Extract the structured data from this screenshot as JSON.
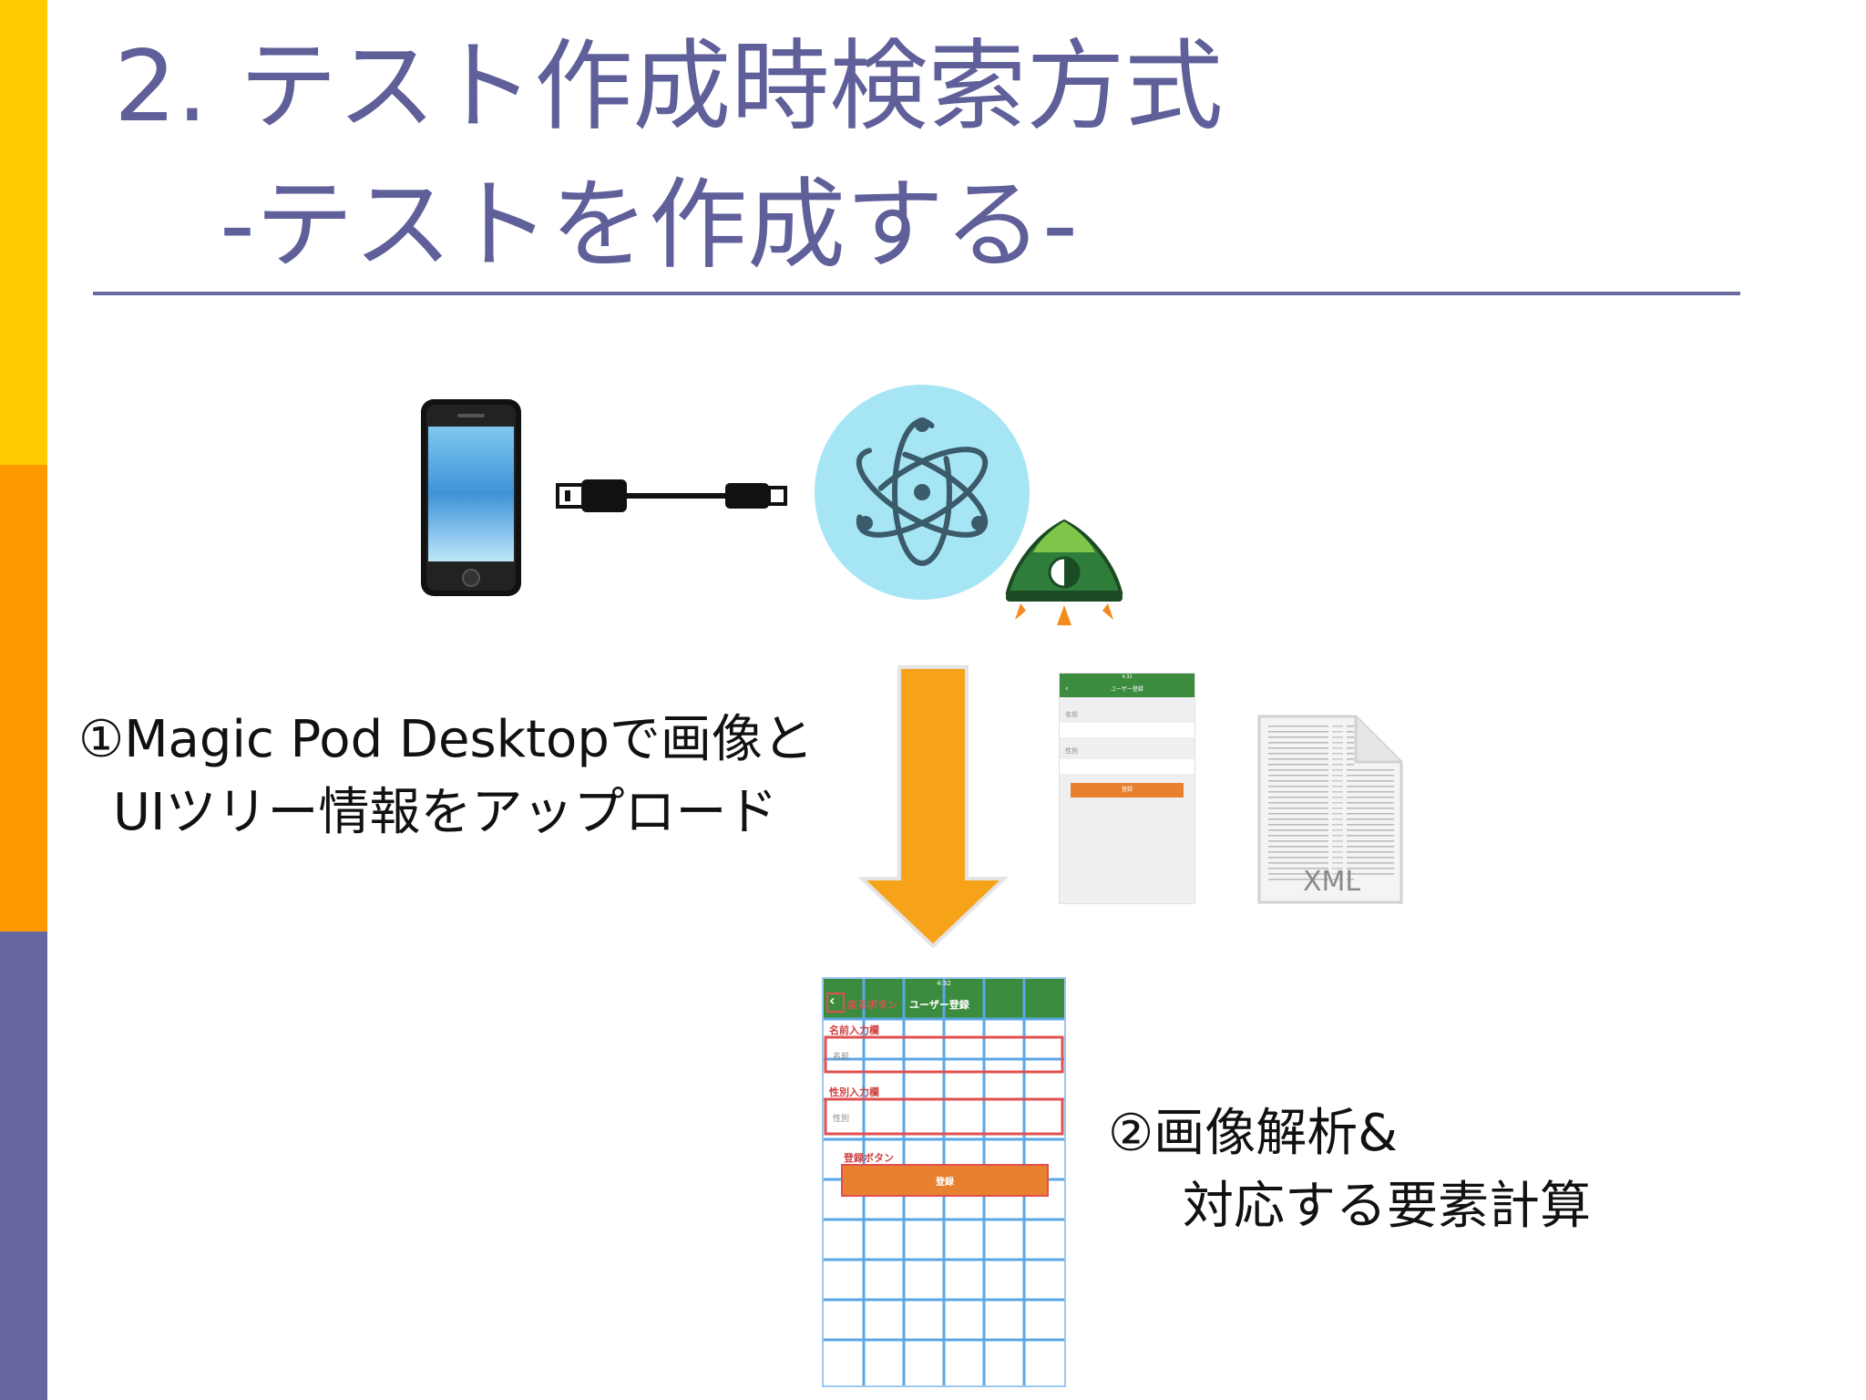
{
  "slide": {
    "title_line1": "2. テスト作成時検索方式",
    "title_line2": "-テストを作成する-"
  },
  "colors": {
    "sidebar_top": "#FFCC00",
    "sidebar_middle": "#FF9900",
    "sidebar_bottom": "#6666A0",
    "title_text": "#5F5F99",
    "arrow": "#F7A31A",
    "app_green": "#3C8C40",
    "register_button": "#E8812F",
    "electron_circle": "#A6E6F4"
  },
  "captions": {
    "step1_line1": "①Magic Pod Desktopで画像と",
    "step1_line2": "UIツリー情報をアップロード",
    "step2_line1": "②画像解析&",
    "step2_line2": "対応する要素計算"
  },
  "small_screen": {
    "header": "ユーザー登録",
    "time": "4:32",
    "field1": "名前",
    "field2": "性別",
    "button": "登録"
  },
  "xml_file": {
    "label": "XML"
  },
  "annotated_screen": {
    "time": "4:32",
    "back_label": "戻るボタン",
    "header": "ユーザー登録",
    "name_label": "名前入力欄",
    "name_placeholder": "名前",
    "gender_label": "性別入力欄",
    "gender_placeholder": "性別",
    "register_label": "登録ボタン",
    "register_button": "登録"
  },
  "icons": [
    "smartphone-icon",
    "usb-cable-icon",
    "electron-atom-icon",
    "magicpod-rocket-icon",
    "down-arrow-icon",
    "xml-file-icon"
  ]
}
